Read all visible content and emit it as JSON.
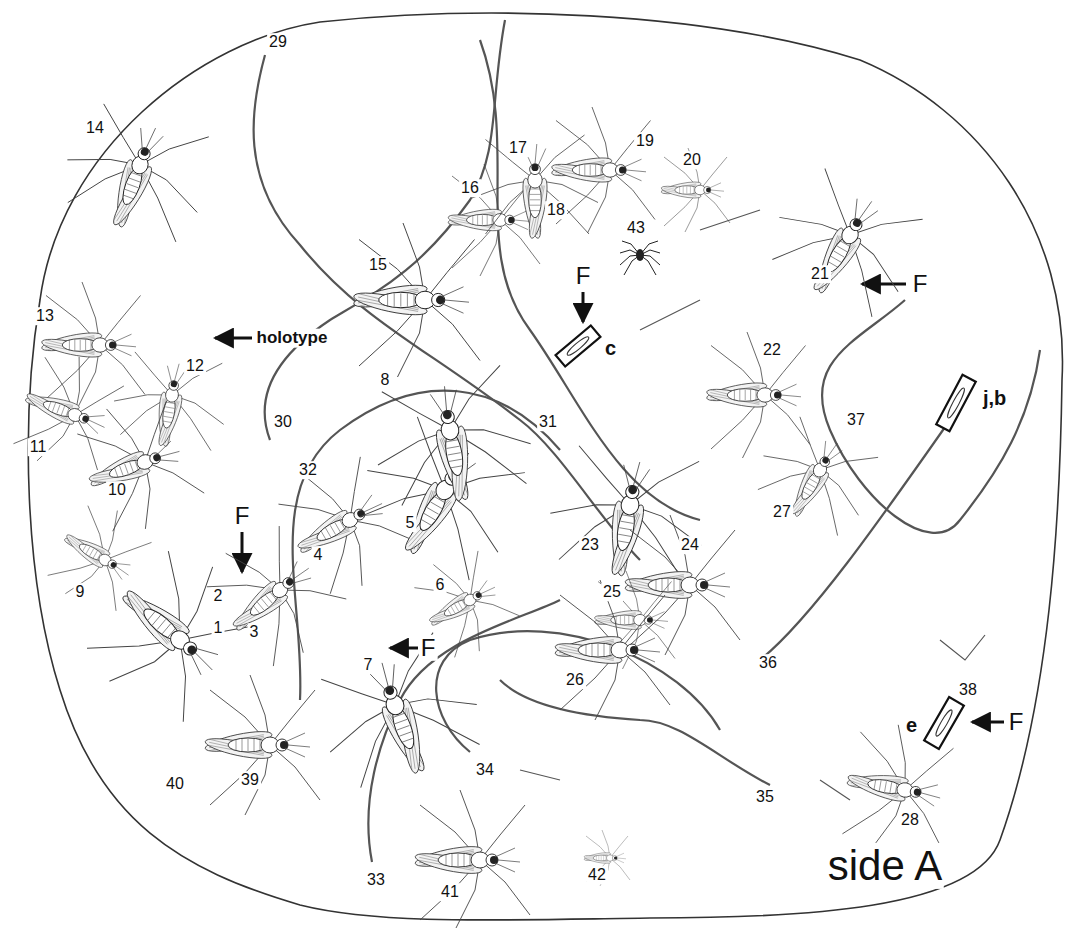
{
  "diagram": {
    "nodes": [
      {
        "text": [
          "c"
        ]
      },
      {
        "text": [
          "j,b"
        ]
      },
      {
        "text": [
          "e"
        ]
      }
    ],
    "labels": [
      "1",
      "2",
      "3",
      "4",
      "5",
      "6",
      "7",
      "8",
      "9",
      "10",
      "11",
      "12",
      "13",
      "14",
      "15",
      "16",
      "17",
      "18",
      "19",
      "20",
      "21",
      "22",
      "23",
      "24",
      "25",
      "26",
      "27",
      "28",
      "29",
      "30",
      "31",
      "32",
      "33",
      "34",
      "35",
      "36",
      "37",
      "38",
      "39",
      "40",
      "41",
      "42",
      "43",
      "holotype",
      "F",
      "F",
      "F",
      "F",
      "F",
      "side A"
    ]
  }
}
